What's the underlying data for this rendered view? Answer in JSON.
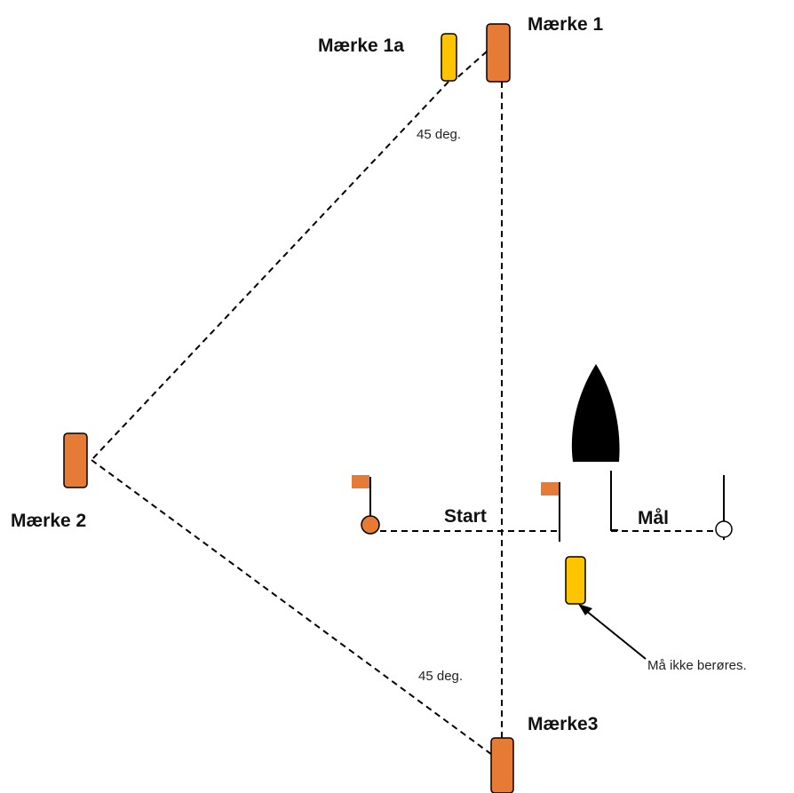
{
  "colors": {
    "mark_orange": "#E57B35",
    "mark_yellow": "#FFC400",
    "outline": "#000000",
    "boat": "#000000",
    "background": "#FFFFFF"
  },
  "marks": {
    "mark1": "Mærke 1",
    "mark1a": "Mærke 1a",
    "mark2": "Mærke 2",
    "mark3": "Mærke3"
  },
  "lines": {
    "start": "Start",
    "finish": "Mål"
  },
  "angles": {
    "upper": "45 deg.",
    "lower": "45 deg."
  },
  "note": {
    "do_not_touch": "Må ikke berøres."
  },
  "icons": {
    "boat": "sailboat-hull-icon",
    "start_flag": "flag-icon",
    "finish_flag": "flag-icon"
  }
}
